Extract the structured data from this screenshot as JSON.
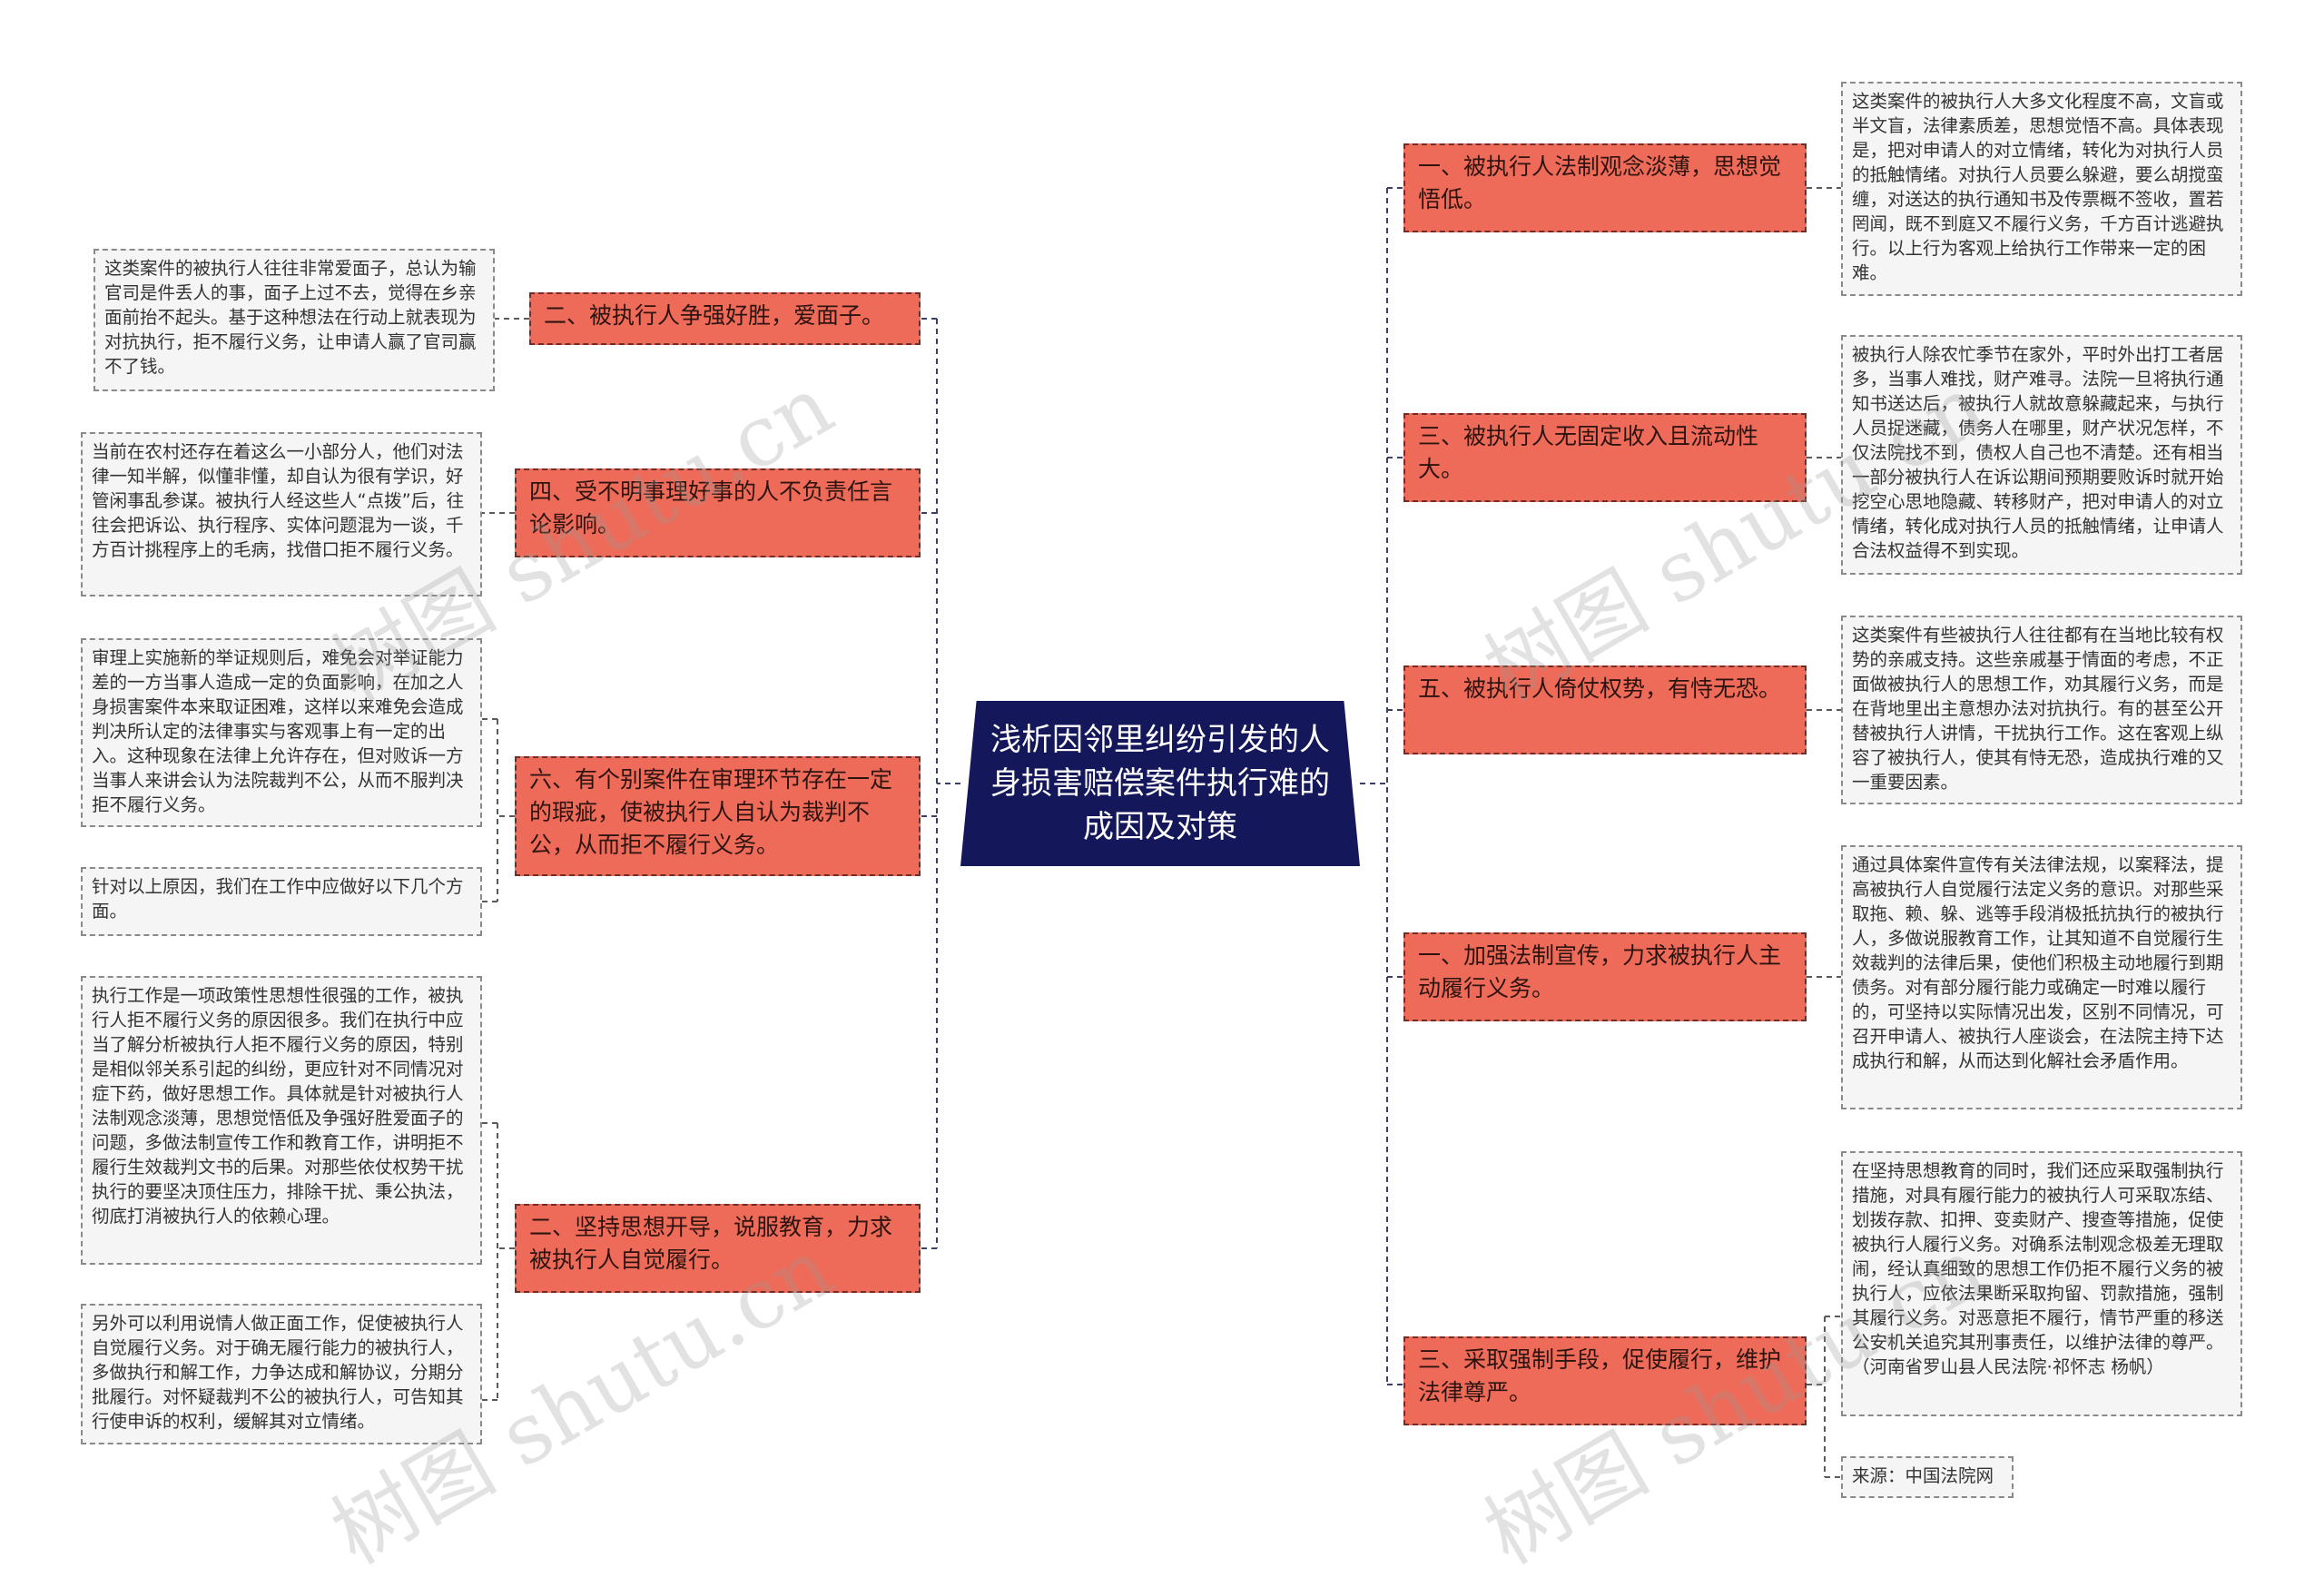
{
  "center_title": "浅析因邻里纠纷引发的人身损害赔偿案件执行难的成因及对策",
  "right": [
    {
      "branch": "一、被执行人法制观念淡薄，思想觉悟低。",
      "note": "这类案件的被执行人大多文化程度不高，文盲或半文盲，法律素质差，思想觉悟不高。具体表现是，把对申请人的对立情绪，转化为对执行人员的抵触情绪。对执行人员要么躲避，要么胡搅蛮缠，对送达的执行通知书及传票概不签收，置若罔闻，既不到庭又不履行义务，千方百计逃避执行。以上行为客观上给执行工作带来一定的困难。"
    },
    {
      "branch": "三、被执行人无固定收入且流动性大。",
      "note": "被执行人除农忙季节在家外，平时外出打工者居多，当事人难找，财产难寻。法院一旦将执行通知书送达后，被执行人就故意躲藏起来，与执行人员捉迷藏，债务人在哪里，财产状况怎样，不仅法院找不到，债权人自己也不清楚。还有相当一部分被执行人在诉讼期间预期要败诉时就开始挖空心思地隐藏、转移财产，把对申请人的对立情绪，转化成对执行人员的抵触情绪，让申请人合法权益得不到实现。"
    },
    {
      "branch": "五、被执行人倚仗权势，有恃无恐。",
      "note": "这类案件有些被执行人往往都有在当地比较有权势的亲戚支持。这些亲戚基于情面的考虑，不正面做被执行人的思想工作，劝其履行义务，而是在背地里出主意想办法对抗执行。有的甚至公开替被执行人讲情，干扰执行工作。这在客观上纵容了被执行人，使其有恃无恐，造成执行难的又一重要因素。"
    },
    {
      "branch": "一、加强法制宣传，力求被执行人主动履行义务。",
      "note": "通过具体案件宣传有关法律法规，以案释法，提高被执行人自觉履行法定义务的意识。对那些采取拖、赖、躲、逃等手段消极抵抗执行的被执行人，多做说服教育工作，让其知道不自觉履行生效裁判的法律后果，使他们积极主动地履行到期债务。对有部分履行能力或确定一时难以履行的，可坚持以实际情况出发，区别不同情况，可召开申请人、被执行人座谈会，在法院主持下达成执行和解，从而达到化解社会矛盾作用。"
    },
    {
      "branch": "三、采取强制手段，促使履行，维护法律尊严。",
      "note": "在坚持思想教育的同时，我们还应采取强制执行措施，对具有履行能力的被执行人可采取冻结、划拨存款、扣押、变卖财产、搜查等措施，促使被执行人履行义务。对确系法制观念极差无理取闹，经认真细致的思想工作仍拒不履行义务的被执行人，应依法果断采取拘留、罚款措施，强制其履行义务。对恶意拒不履行，情节严重的移送公安机关追究其刑事责任，以维护法律的尊严。（河南省罗山县人民法院·祁怀志 杨帆）",
      "note2": "来源：中国法院网"
    }
  ],
  "left": [
    {
      "branch": "二、被执行人争强好胜，爱面子。",
      "note": "这类案件的被执行人往往非常爱面子，总认为输官司是件丢人的事，面子上过不去，觉得在乡亲面前抬不起头。基于这种想法在行动上就表现为对抗执行，拒不履行义务，让申请人赢了官司赢不了钱。"
    },
    {
      "branch": "四、受不明事理好事的人不负责任言论影响。",
      "note": "当前在农村还存在着这么一小部分人，他们对法律一知半解，似懂非懂，却自认为很有学识，好管闲事乱参谋。被执行人经这些人“点拨”后，往往会把诉讼、执行程序、实体问题混为一谈，千方百计挑程序上的毛病，找借口拒不履行义务。"
    },
    {
      "branch": "六、有个别案件在审理环节存在一定的瑕疵，使被执行人自认为裁判不公，从而拒不履行义务。",
      "note": "审理上实施新的举证规则后，难免会对举证能力差的一方当事人造成一定的负面影响，在加之人身损害案件本来取证困难，这样以来难免会造成判决所认定的法律事实与客观事上有一定的出入。这种现象在法律上允许存在，但对败诉一方当事人来讲会认为法院裁判不公，从而不服判决拒不履行义务。",
      "note2": "针对以上原因，我们在工作中应做好以下几个方面。"
    },
    {
      "branch": "二、坚持思想开导，说服教育，力求被执行人自觉履行。",
      "note": "执行工作是一项政策性思想性很强的工作，被执行人拒不履行义务的原因很多。我们在执行中应当了解分析被执行人拒不履行义务的原因，特别是相似邻关系引起的纠纷，更应针对不同情况对症下药，做好思想工作。具体就是针对被执行人法制观念淡薄，思想觉悟低及争强好胜爱面子的问题，多做法制宣传工作和教育工作，讲明拒不履行生效裁判文书的后果。对那些依仗权势干扰执行的要坚决顶住压力，排除干扰、秉公执法，彻底打消被执行人的依赖心理。",
      "note2": "另外可以利用说情人做正面工作，促使被执行人自觉履行义务。对于确无履行能力的被执行人，多做执行和解工作，力争达成和解协议，分期分批履行。对怀疑裁判不公的被执行人，可告知其行使申诉的权利，缓解其对立情绪。"
    }
  ],
  "watermark": "树图 shutu.cn"
}
